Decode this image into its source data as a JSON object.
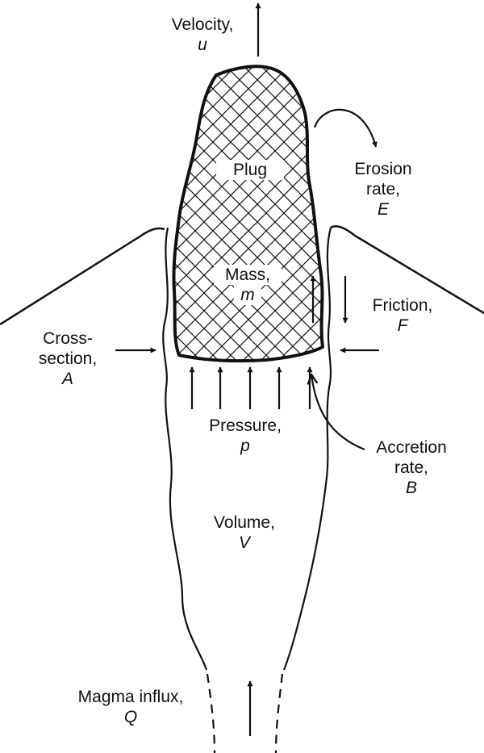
{
  "labels": {
    "velocity": {
      "text": "Velocity,",
      "var": "u"
    },
    "plug": {
      "text": "Plug"
    },
    "erosion": {
      "text1": "Erosion",
      "text2": "rate,",
      "var": "E"
    },
    "mass": {
      "text": "Mass,",
      "var": "m"
    },
    "friction": {
      "text": "Friction,",
      "var": "F"
    },
    "cross_section": {
      "text1": "Cross-",
      "text2": "section,",
      "var": "A"
    },
    "pressure": {
      "text": "Pressure,",
      "var": "p"
    },
    "accretion": {
      "text1": "Accretion",
      "text2": "rate,",
      "var": "B"
    },
    "volume": {
      "text": "Volume,",
      "var": "V"
    },
    "magma": {
      "text": "Magma influx,",
      "var": "Q"
    }
  },
  "colors": {
    "ink": "#111111",
    "background": "#ffffff"
  }
}
